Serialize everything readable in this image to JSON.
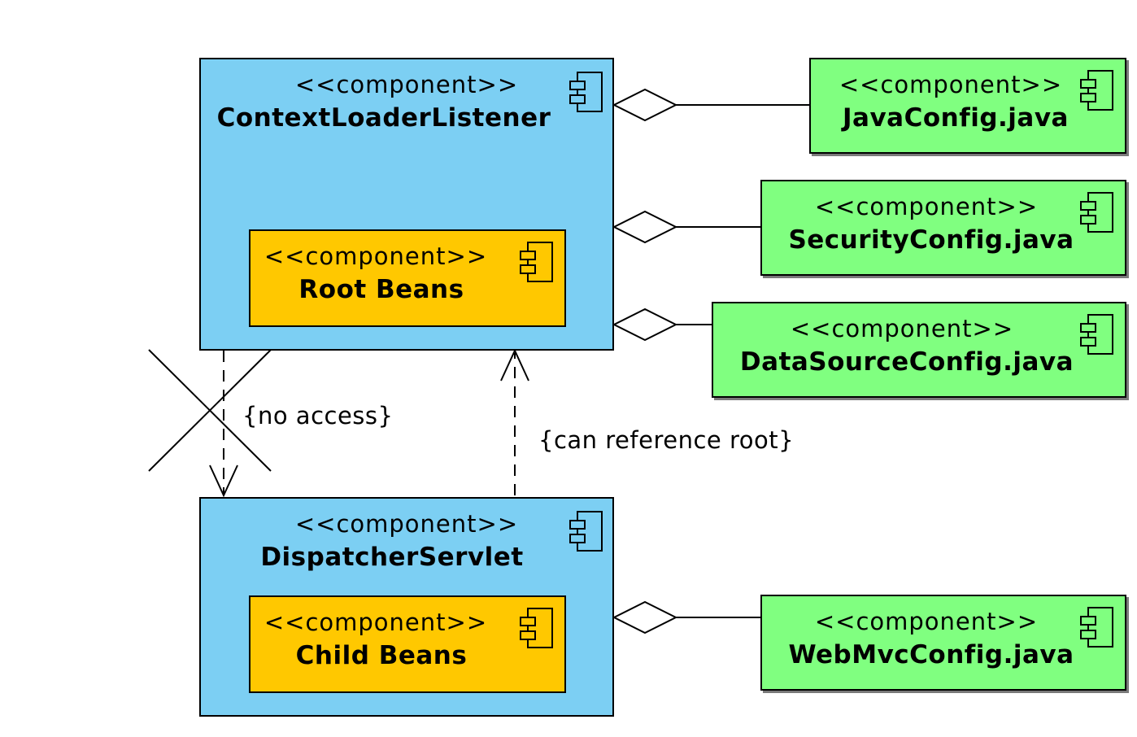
{
  "colors": {
    "container_fill": "#7ccff3",
    "inner_fill": "#ffc800",
    "config_fill": "#80ff80",
    "line": "#000000"
  },
  "stereotype": "<<component>>",
  "containers": {
    "context_loader": {
      "name": "ContextLoaderListener",
      "inner": {
        "name": "Root Beans"
      }
    },
    "dispatcher": {
      "name": "DispatcherServlet",
      "inner": {
        "name": "Child Beans"
      }
    }
  },
  "configs": [
    {
      "name": "JavaConfig.java",
      "attached_to": "ContextLoaderListener"
    },
    {
      "name": "SecurityConfig.java",
      "attached_to": "ContextLoaderListener"
    },
    {
      "name": "DataSourceConfig.java",
      "attached_to": "ContextLoaderListener"
    },
    {
      "name": "WebMvcConfig.java",
      "attached_to": "DispatcherServlet"
    }
  ],
  "dependencies": {
    "no_access": {
      "label": "{no access}"
    },
    "can_reference": {
      "label": "{can reference root}"
    }
  },
  "icons": {
    "component": "component-icon",
    "aggregation": "hollow-diamond",
    "forbidden": "cross-mark"
  }
}
